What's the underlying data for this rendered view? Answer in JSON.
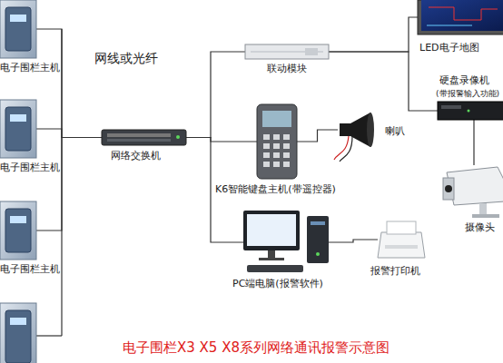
{
  "diagram": {
    "title": "电子围栏X3 X5 X8系列网络通讯报警示意图",
    "nodes": [
      {
        "text": [
          "电子围栏主机"
        ]
      },
      {
        "text": [
          "电子围栏主机"
        ]
      },
      {
        "text": [
          "电子围栏主机"
        ]
      },
      {
        "text": [
          "网络交换机"
        ]
      },
      {
        "text": [
          "联动模块"
        ]
      },
      {
        "text": [
          "K6智能键盘主机(带遥控器)"
        ]
      },
      {
        "text": [
          "喇叭"
        ]
      },
      {
        "text": [
          "PC端电脑(报警软件)"
        ]
      },
      {
        "text": [
          "报警打印机"
        ]
      },
      {
        "text": [
          "LED电子地图"
        ]
      },
      {
        "text": [
          "硬盘录像机",
          "(带报警输入功能)"
        ]
      },
      {
        "text": [
          "摄像头"
        ]
      }
    ],
    "edges": [
      {
        "from": 0,
        "to": 3,
        "arrow": "none"
      },
      {
        "from": 1,
        "to": 3,
        "arrow": "none"
      },
      {
        "from": 2,
        "to": 3,
        "arrow": "none"
      },
      {
        "from": 3,
        "to": 4,
        "arrow": "none"
      },
      {
        "from": 3,
        "to": 5,
        "arrow": "none"
      },
      {
        "from": 3,
        "to": 7,
        "arrow": "none"
      },
      {
        "from": 5,
        "to": 6,
        "arrow": "none"
      },
      {
        "from": 7,
        "to": 8,
        "arrow": "none"
      },
      {
        "from": 4,
        "to": 9,
        "arrow": "none"
      },
      {
        "from": 4,
        "to": 10,
        "arrow": "none"
      },
      {
        "from": 10,
        "to": 11,
        "arrow": "none"
      }
    ],
    "labels": [
      "网线或光纤"
    ]
  }
}
